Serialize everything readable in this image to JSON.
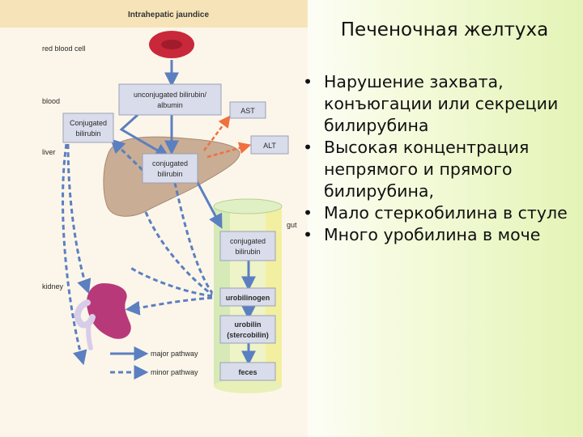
{
  "slide": {
    "title": "Печеночная желтуха",
    "bullets": [
      "Нарушение захвата, конъюгации или секреции билирубина",
      "Высокая концентрация непрямого и прямого билирубина,",
      "Мало стеркобилина в стуле",
      "Много уробилина в моче"
    ],
    "bullet_glyph": "•"
  },
  "diagram": {
    "title": "Intrahepatic jaundice",
    "side_labels": {
      "red_blood_cell": "red blood cell",
      "blood": "blood",
      "liver": "liver",
      "gut": "gut",
      "kidney": "kidney"
    },
    "boxes": {
      "unconjugated_line1": "unconjugated bilirubin/",
      "unconjugated_line2": "albumin",
      "conjugated_blood_line1": "Conjugated",
      "conjugated_blood_line2": "bilirubin",
      "conjugated_liver_line1": "conjugated",
      "conjugated_liver_line2": "bilirubin",
      "ast": "AST",
      "alt": "ALT",
      "conjugated_gut_line1": "conjugated",
      "conjugated_gut_line2": "bilirubin",
      "urobilinogen": "urobilinogen",
      "urobilin_line1": "urobilin",
      "urobilin_line2": "(stercobilin)",
      "feces": "feces"
    },
    "legend": {
      "major": "major pathway",
      "minor": "minor pathway"
    },
    "colors": {
      "pathway_blue": "#5b7fc1",
      "enzyme_orange": "#f07040",
      "rbc_red": "#c8283a",
      "liver_tan": "#c9ad95",
      "kidney_purple": "#b8397a",
      "gut_yellow": "#f2f0a0",
      "gut_green": "#c9e4b0",
      "box_fill": "#d9dcea"
    }
  }
}
